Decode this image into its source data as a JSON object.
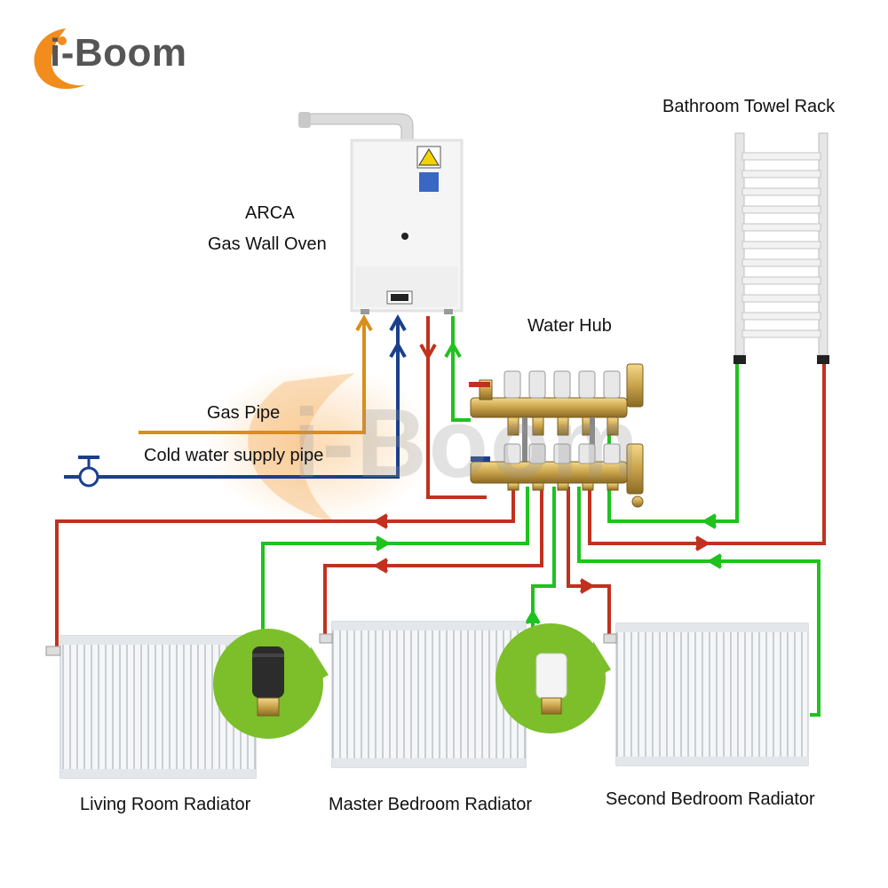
{
  "brand": {
    "logo_text": "i-Boom",
    "watermark_text": "i-Boom"
  },
  "labels": {
    "boiler_line1": "ARCA",
    "boiler_line2": "Gas Wall Oven",
    "towel_rack": "Bathroom Towel Rack",
    "water_hub": "Water Hub",
    "gas_pipe": "Gas Pipe",
    "cold_water": "Cold water supply pipe",
    "living_room": "Living Room Radiator",
    "master_bedroom": "Master Bedroom Radiator",
    "second_bedroom": "Second Bedroom Radiator"
  },
  "colors": {
    "hot_pipe": "#c0321e",
    "return_pipe": "#1fc21f",
    "cold_pipe": "#1a3f8c",
    "gas_pipe": "#d98e1a",
    "logo_accent": "#f28c1c",
    "thermostat_bg": "#7cbf2a",
    "brass": "#c9a24a"
  },
  "icons": [
    "valve-icon",
    "thermostat-valve-icon"
  ]
}
